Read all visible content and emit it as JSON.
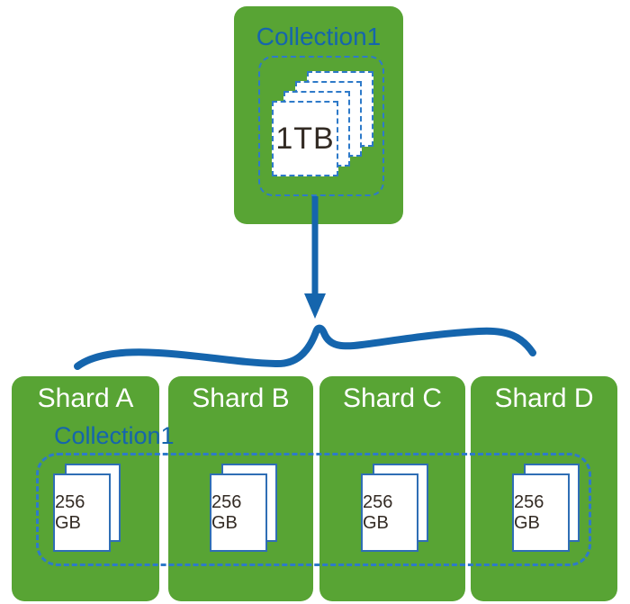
{
  "collection_box": {
    "label": "Collection1",
    "storage": "1TB",
    "icon": "document-stack-icon",
    "page_count": 4
  },
  "flow": {
    "arrow_icon": "arrow-down-icon",
    "brace_icon": "curly-brace-icon"
  },
  "shard_section": {
    "collection_label": "Collection1",
    "doc_icon": "document-pair-icon",
    "shards": [
      {
        "name": "Shard A",
        "storage": "256 GB"
      },
      {
        "name": "Shard B",
        "storage": "256 GB"
      },
      {
        "name": "Shard C",
        "storage": "256 GB"
      },
      {
        "name": "Shard D",
        "storage": "256 GB"
      }
    ]
  },
  "colors": {
    "green": "#58a434",
    "blue": "#1565ad",
    "dash_blue": "#2e7ac9",
    "doc_border": "#2f6eb5",
    "doc_text": "#332b24"
  }
}
